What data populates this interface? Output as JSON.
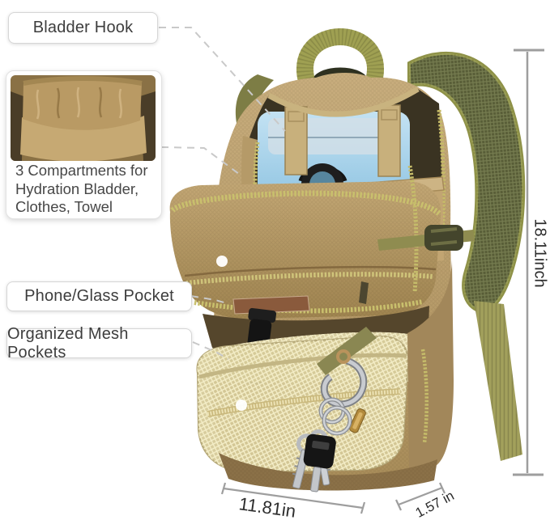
{
  "callouts": {
    "bladder_hook": "Bladder Hook",
    "compartments": "3 Compartments for\nHydration Bladder,\nClothes, Towel",
    "phone_pocket": "Phone/Glass Pocket",
    "mesh_pockets": "Organized Mesh Pockets"
  },
  "dimensions": {
    "height": "18.11inch",
    "width": "11.81in",
    "depth": "1.57 in"
  },
  "colors": {
    "khaki_body": "#b79b66",
    "khaki_light": "#c8ad7d",
    "olive_webbing": "#9fa052",
    "strap_mesh": "#585d37",
    "bladder_blue": "#a9d3ea",
    "mesh_cream": "#d8cc9c",
    "label_border": "#d6d6d6",
    "label_text": "#3d3d3d",
    "leader_line": "#c9c9c9",
    "dimension_line": "#9e9e9e"
  }
}
